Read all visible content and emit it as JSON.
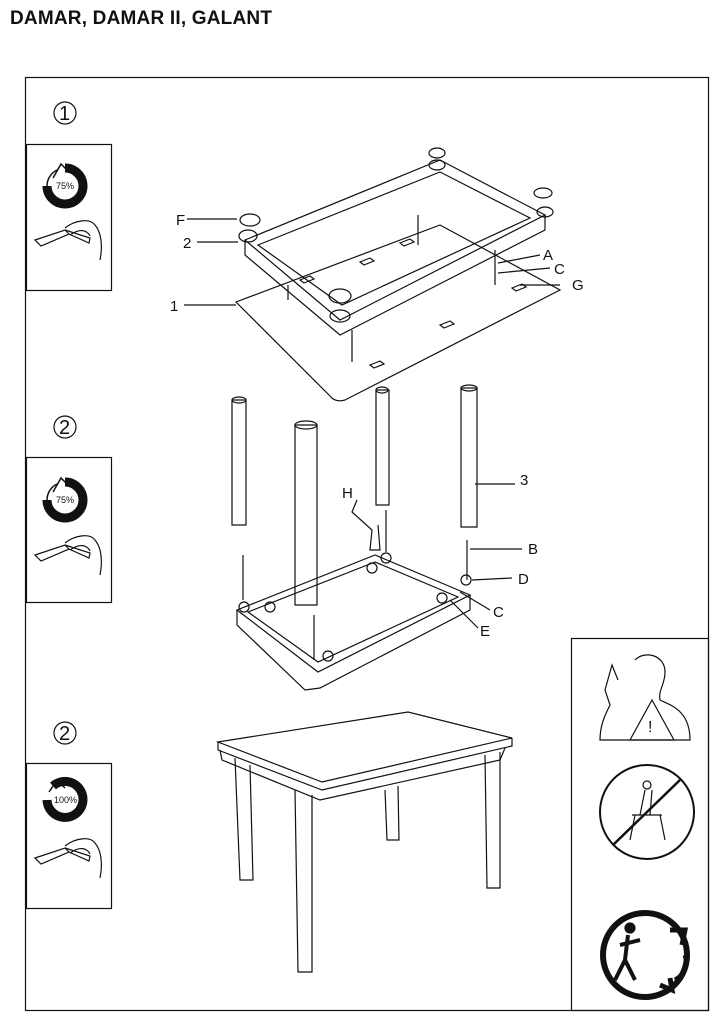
{
  "title": "DAMAR, DAMAR II, GALANT",
  "steps": [
    {
      "number": "1",
      "tool_icon": "allen-key-icon",
      "tightening": "75%"
    },
    {
      "number": "2",
      "tool_icon": "allen-key-icon",
      "tightening": "75%"
    },
    {
      "number": "2",
      "tool_icon": "allen-key-icon",
      "tightening": "100%"
    }
  ],
  "part_labels": {
    "step1": [
      "F",
      "2",
      "1",
      "A",
      "C",
      "G"
    ],
    "step2": [
      "H",
      "3",
      "B",
      "D",
      "C",
      "E"
    ]
  },
  "warning_icons": [
    "ask-for-help-warning-icon",
    "do-not-stand-icon",
    "recycle-icon"
  ]
}
